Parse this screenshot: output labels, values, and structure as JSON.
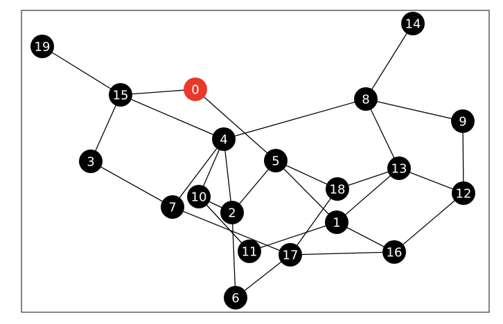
{
  "graph": {
    "highlight_color": "#e8392a",
    "node_color": "#000000",
    "label_color": "#ffffff",
    "nodes": [
      {
        "id": "0",
        "highlighted": true
      },
      {
        "id": "1"
      },
      {
        "id": "2"
      },
      {
        "id": "3"
      },
      {
        "id": "4"
      },
      {
        "id": "5"
      },
      {
        "id": "6"
      },
      {
        "id": "7"
      },
      {
        "id": "8"
      },
      {
        "id": "9"
      },
      {
        "id": "10"
      },
      {
        "id": "11"
      },
      {
        "id": "12"
      },
      {
        "id": "13"
      },
      {
        "id": "14"
      },
      {
        "id": "15"
      },
      {
        "id": "16"
      },
      {
        "id": "17"
      },
      {
        "id": "18"
      },
      {
        "id": "19"
      }
    ],
    "edges": [
      [
        "19",
        "15"
      ],
      [
        "15",
        "0"
      ],
      [
        "15",
        "3"
      ],
      [
        "15",
        "4"
      ],
      [
        "0",
        "5"
      ],
      [
        "3",
        "7"
      ],
      [
        "4",
        "8"
      ],
      [
        "4",
        "7"
      ],
      [
        "4",
        "10"
      ],
      [
        "4",
        "2"
      ],
      [
        "14",
        "8"
      ],
      [
        "8",
        "9"
      ],
      [
        "8",
        "13"
      ],
      [
        "9",
        "12"
      ],
      [
        "5",
        "2"
      ],
      [
        "5",
        "18"
      ],
      [
        "5",
        "1"
      ],
      [
        "13",
        "18"
      ],
      [
        "13",
        "1"
      ],
      [
        "13",
        "12"
      ],
      [
        "12",
        "16"
      ],
      [
        "1",
        "16"
      ],
      [
        "1",
        "11"
      ],
      [
        "10",
        "2"
      ],
      [
        "10",
        "11"
      ],
      [
        "7",
        "17"
      ],
      [
        "2",
        "6"
      ],
      [
        "17",
        "6"
      ],
      [
        "17",
        "16"
      ],
      [
        "17",
        "18"
      ]
    ]
  }
}
